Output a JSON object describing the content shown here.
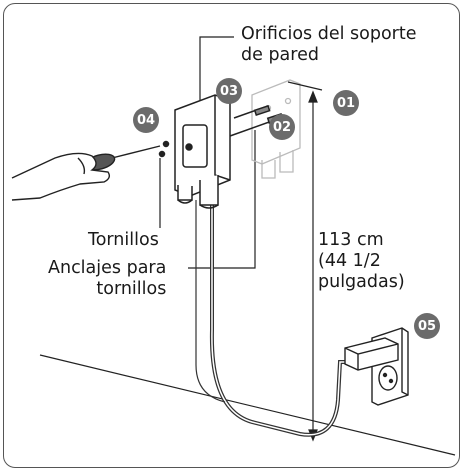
{
  "labels": {
    "holes_line1": "Orificios del soporte",
    "holes_line2": "de pared",
    "screws": "Tornillos",
    "anchors_line1": "Anclajes para",
    "anchors_line2": "tornillos",
    "height_line1": "113 cm",
    "height_line2": "(44 1/2",
    "height_line3": "pulgadas)"
  },
  "steps": [
    "01",
    "02",
    "03",
    "04",
    "05"
  ],
  "colors": {
    "badge": "#6b6b6b",
    "line": "#333333",
    "frame": "#555555"
  },
  "icons": [
    "screwdriver-icon",
    "hand-icon",
    "wall-bracket-icon",
    "power-outlet-icon",
    "power-plug-icon",
    "power-cord-icon"
  ]
}
